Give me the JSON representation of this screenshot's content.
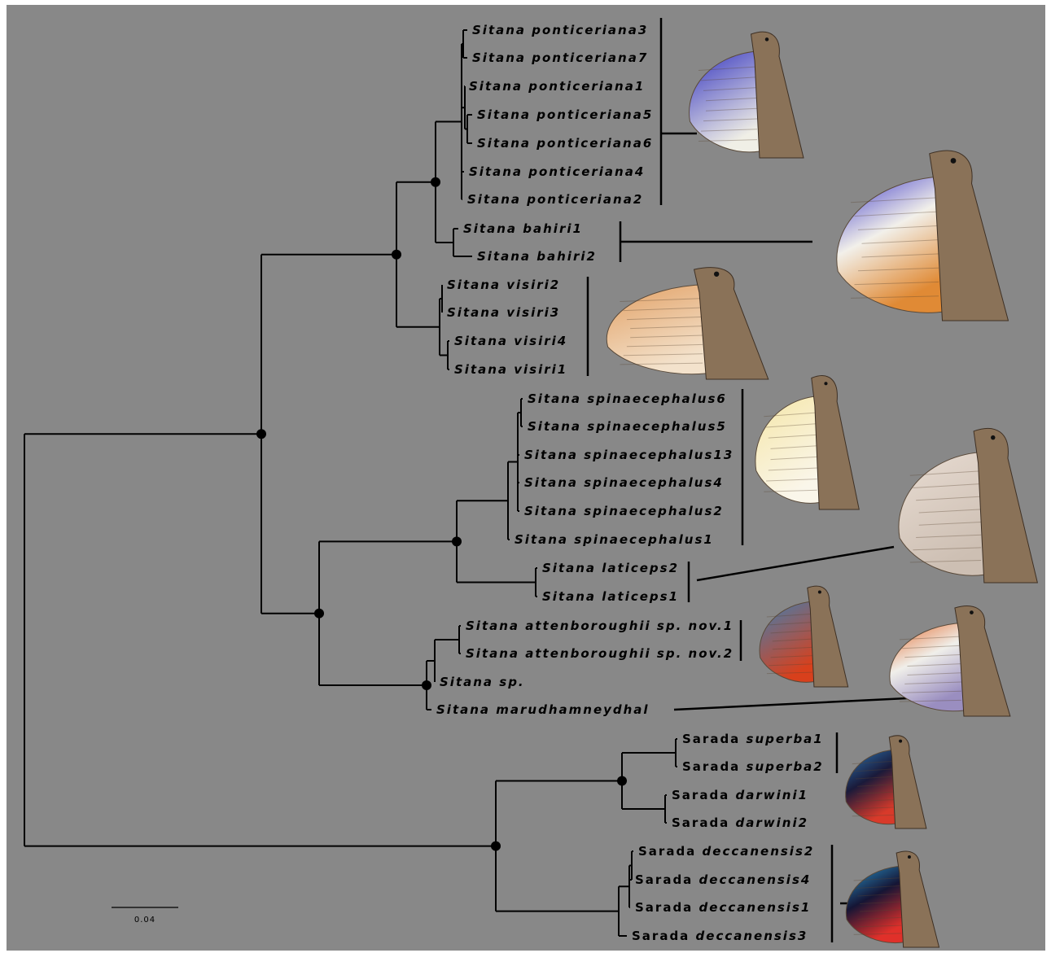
{
  "tree": {
    "title": "",
    "scale_bar_label": "0.04",
    "taxa": [
      {
        "id": "pon3",
        "genus": "Sitana",
        "epithet": "ponticeriana3"
      },
      {
        "id": "pon7",
        "genus": "Sitana",
        "epithet": "ponticeriana7"
      },
      {
        "id": "pon1",
        "genus": "Sitana",
        "epithet": "ponticeriana1"
      },
      {
        "id": "pon5",
        "genus": "Sitana",
        "epithet": "ponticeriana5"
      },
      {
        "id": "pon6",
        "genus": "Sitana",
        "epithet": "ponticeriana6"
      },
      {
        "id": "pon4",
        "genus": "Sitana",
        "epithet": "ponticeriana4"
      },
      {
        "id": "pon2",
        "genus": "Sitana",
        "epithet": "ponticeriana2"
      },
      {
        "id": "bah1",
        "genus": "Sitana",
        "epithet": "bahiri1"
      },
      {
        "id": "bah2",
        "genus": "Sitana",
        "epithet": "bahiri2"
      },
      {
        "id": "vis2",
        "genus": "Sitana",
        "epithet": "visiri2"
      },
      {
        "id": "vis3",
        "genus": "Sitana",
        "epithet": "visiri3"
      },
      {
        "id": "vis4",
        "genus": "Sitana",
        "epithet": "visiri4"
      },
      {
        "id": "vis1",
        "genus": "Sitana",
        "epithet": "visiri1"
      },
      {
        "id": "spi6",
        "genus": "Sitana",
        "epithet": "spinaecephalus6"
      },
      {
        "id": "spi5",
        "genus": "Sitana",
        "epithet": "spinaecephalus5"
      },
      {
        "id": "spi13",
        "genus": "Sitana",
        "epithet": "spinaecephalus13"
      },
      {
        "id": "spi4",
        "genus": "Sitana",
        "epithet": "spinaecephalus4"
      },
      {
        "id": "spi2",
        "genus": "Sitana",
        "epithet": "spinaecephalus2"
      },
      {
        "id": "spi1",
        "genus": "Sitana",
        "epithet": "spinaecephalus1"
      },
      {
        "id": "lat2",
        "genus": "Sitana",
        "epithet": "laticeps2"
      },
      {
        "id": "lat1",
        "genus": "Sitana",
        "epithet": "laticeps1"
      },
      {
        "id": "att1",
        "genus": "Sitana",
        "epithet": "attenboroughii sp. nov.1"
      },
      {
        "id": "att2",
        "genus": "Sitana",
        "epithet": "attenboroughii sp. nov.2"
      },
      {
        "id": "ssp",
        "genus": "Sitana",
        "epithet": "sp."
      },
      {
        "id": "mar",
        "genus": "Sitana",
        "epithet": "marudhamneydhal"
      },
      {
        "id": "sup1",
        "genus": "Sarada",
        "epithet": "superba1"
      },
      {
        "id": "sup2",
        "genus": "Sarada",
        "epithet": "superba2"
      },
      {
        "id": "dar1",
        "genus": "Sarada",
        "epithet": "darwini1"
      },
      {
        "id": "dar2",
        "genus": "Sarada",
        "epithet": "darwini2"
      },
      {
        "id": "dec2",
        "genus": "Sarada",
        "epithet": "deccanensis2"
      },
      {
        "id": "dec4",
        "genus": "Sarada",
        "epithet": "deccanensis4"
      },
      {
        "id": "dec1",
        "genus": "Sarada",
        "epithet": "deccanensis1"
      },
      {
        "id": "dec3",
        "genus": "Sarada",
        "epithet": "deccanensis3"
      }
    ],
    "clades": [
      {
        "id": "ponticeriana",
        "members": [
          "pon3",
          "pon7",
          "pon1",
          "pon5",
          "pon6",
          "pon4",
          "pon2"
        ],
        "dewlap": [
          "#3535c0",
          "#f0efe6"
        ]
      },
      {
        "id": "bahiri",
        "members": [
          "bah1",
          "bah2"
        ],
        "dewlap": [
          "#3a35c8",
          "#f2f0ea",
          "#e08a35"
        ]
      },
      {
        "id": "visiri",
        "members": [
          "vis2",
          "vis3",
          "vis4",
          "vis1"
        ],
        "dewlap": [
          "#e2a064",
          "#f3e2cc"
        ]
      },
      {
        "id": "spinaecephalus",
        "members": [
          "spi6",
          "spi5",
          "spi13",
          "spi4",
          "spi2",
          "spi1"
        ],
        "dewlap": [
          "#f5e6a8",
          "#faf6ea"
        ]
      },
      {
        "id": "laticeps",
        "members": [
          "lat2",
          "lat1"
        ],
        "dewlap": [
          "#e8dcd2",
          "#cdbfb3"
        ]
      },
      {
        "id": "attenboroughii",
        "members": [
          "att1",
          "att2"
        ],
        "dewlap": [
          "#3f7fb0",
          "#d8401c"
        ]
      },
      {
        "id": "marudhamneydhal",
        "members": [
          "mar"
        ],
        "dewlap": [
          "#e46a2c",
          "#f0efea",
          "#9a8ec0"
        ]
      },
      {
        "id": "superba",
        "members": [
          "sup1",
          "sup2"
        ],
        "dewlap": [
          "#2c7ab8",
          "#1a1a3a",
          "#d83a2a"
        ]
      },
      {
        "id": "deccanensis",
        "members": [
          "dec2",
          "dec4",
          "dec1",
          "dec3"
        ],
        "dewlap": [
          "#2a9ad0",
          "#151535",
          "#e0302a"
        ]
      }
    ]
  }
}
